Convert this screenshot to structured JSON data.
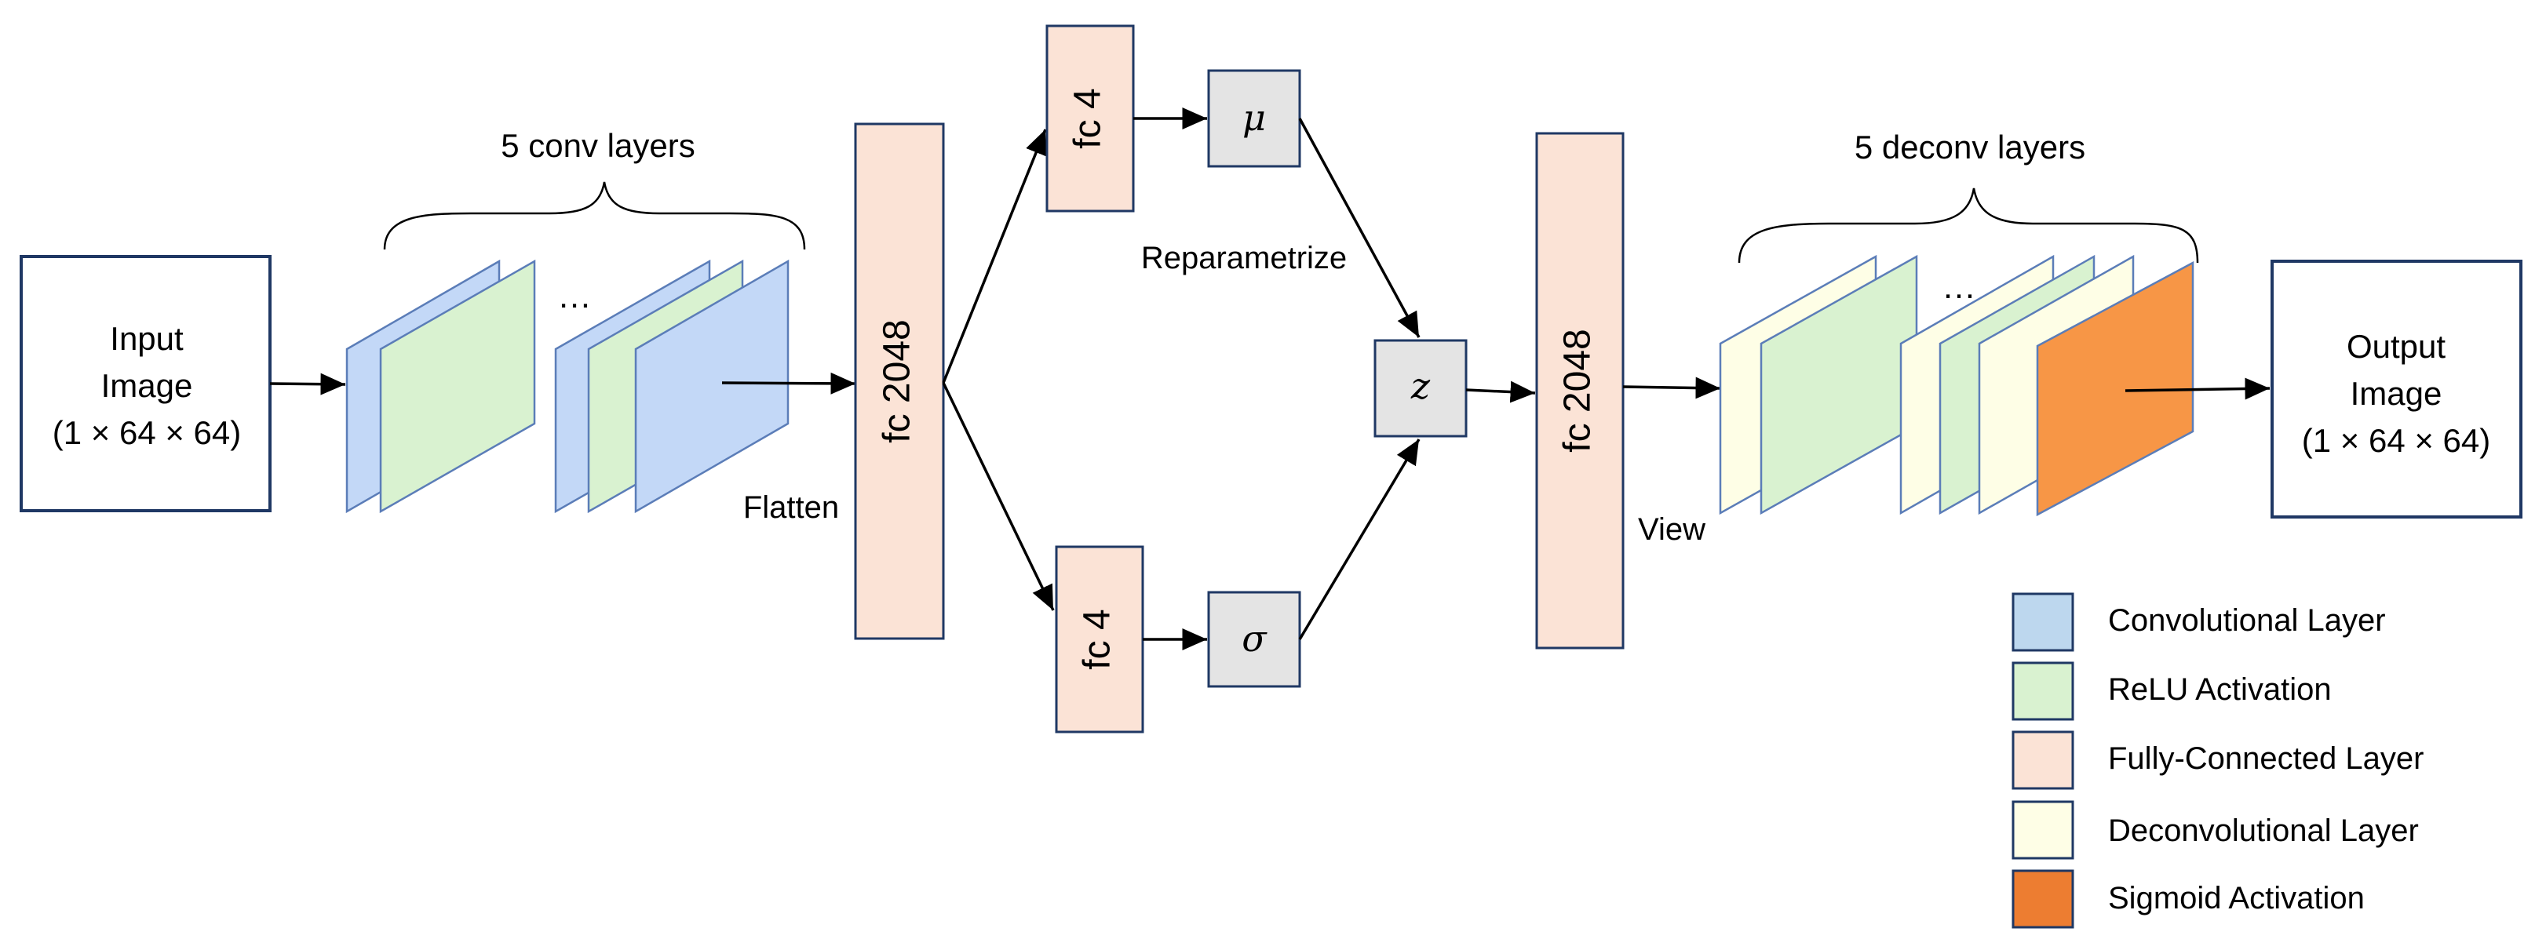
{
  "input": {
    "line1": "Input",
    "line2": "Image",
    "line3": "(1 × 64 × 64)"
  },
  "output": {
    "line1": "Output",
    "line2": "Image",
    "line3": "(1 × 64 × 64)"
  },
  "encoder": {
    "brace_label": "5 conv layers",
    "ellipsis": "…",
    "flatten_label": "Flatten"
  },
  "fc_enc": {
    "label": "fc 2048"
  },
  "fc_mu": {
    "label": "fc 4"
  },
  "fc_sigma": {
    "label": "fc 4"
  },
  "mu": {
    "symbol": "μ"
  },
  "sigma": {
    "symbol": "σ"
  },
  "z": {
    "symbol": "z"
  },
  "reparametrize_label": "Reparametrize",
  "fc_dec": {
    "label": "fc 2048"
  },
  "view_label": "View",
  "decoder": {
    "brace_label": "5 deconv layers",
    "ellipsis": "…"
  },
  "legend": {
    "items": [
      {
        "label": "Convolutional Layer",
        "color": "#bdd7ee"
      },
      {
        "label": "ReLU  Activation",
        "color": "#d9f2d0"
      },
      {
        "label": "Fully-Connected Layer",
        "color": "#fbe3d6"
      },
      {
        "label": "Deconvolutional Layer",
        "color": "#fefee6"
      },
      {
        "label": "Sigmoid Activation",
        "color": "#ed7d31"
      }
    ]
  },
  "colors": {
    "conv": "#c3d8f7",
    "relu": "#d9f2d0",
    "fc": "#fbe3d6",
    "deconv": "#fefee6",
    "sigmoid": "#f79646",
    "border": "#1f3864"
  }
}
